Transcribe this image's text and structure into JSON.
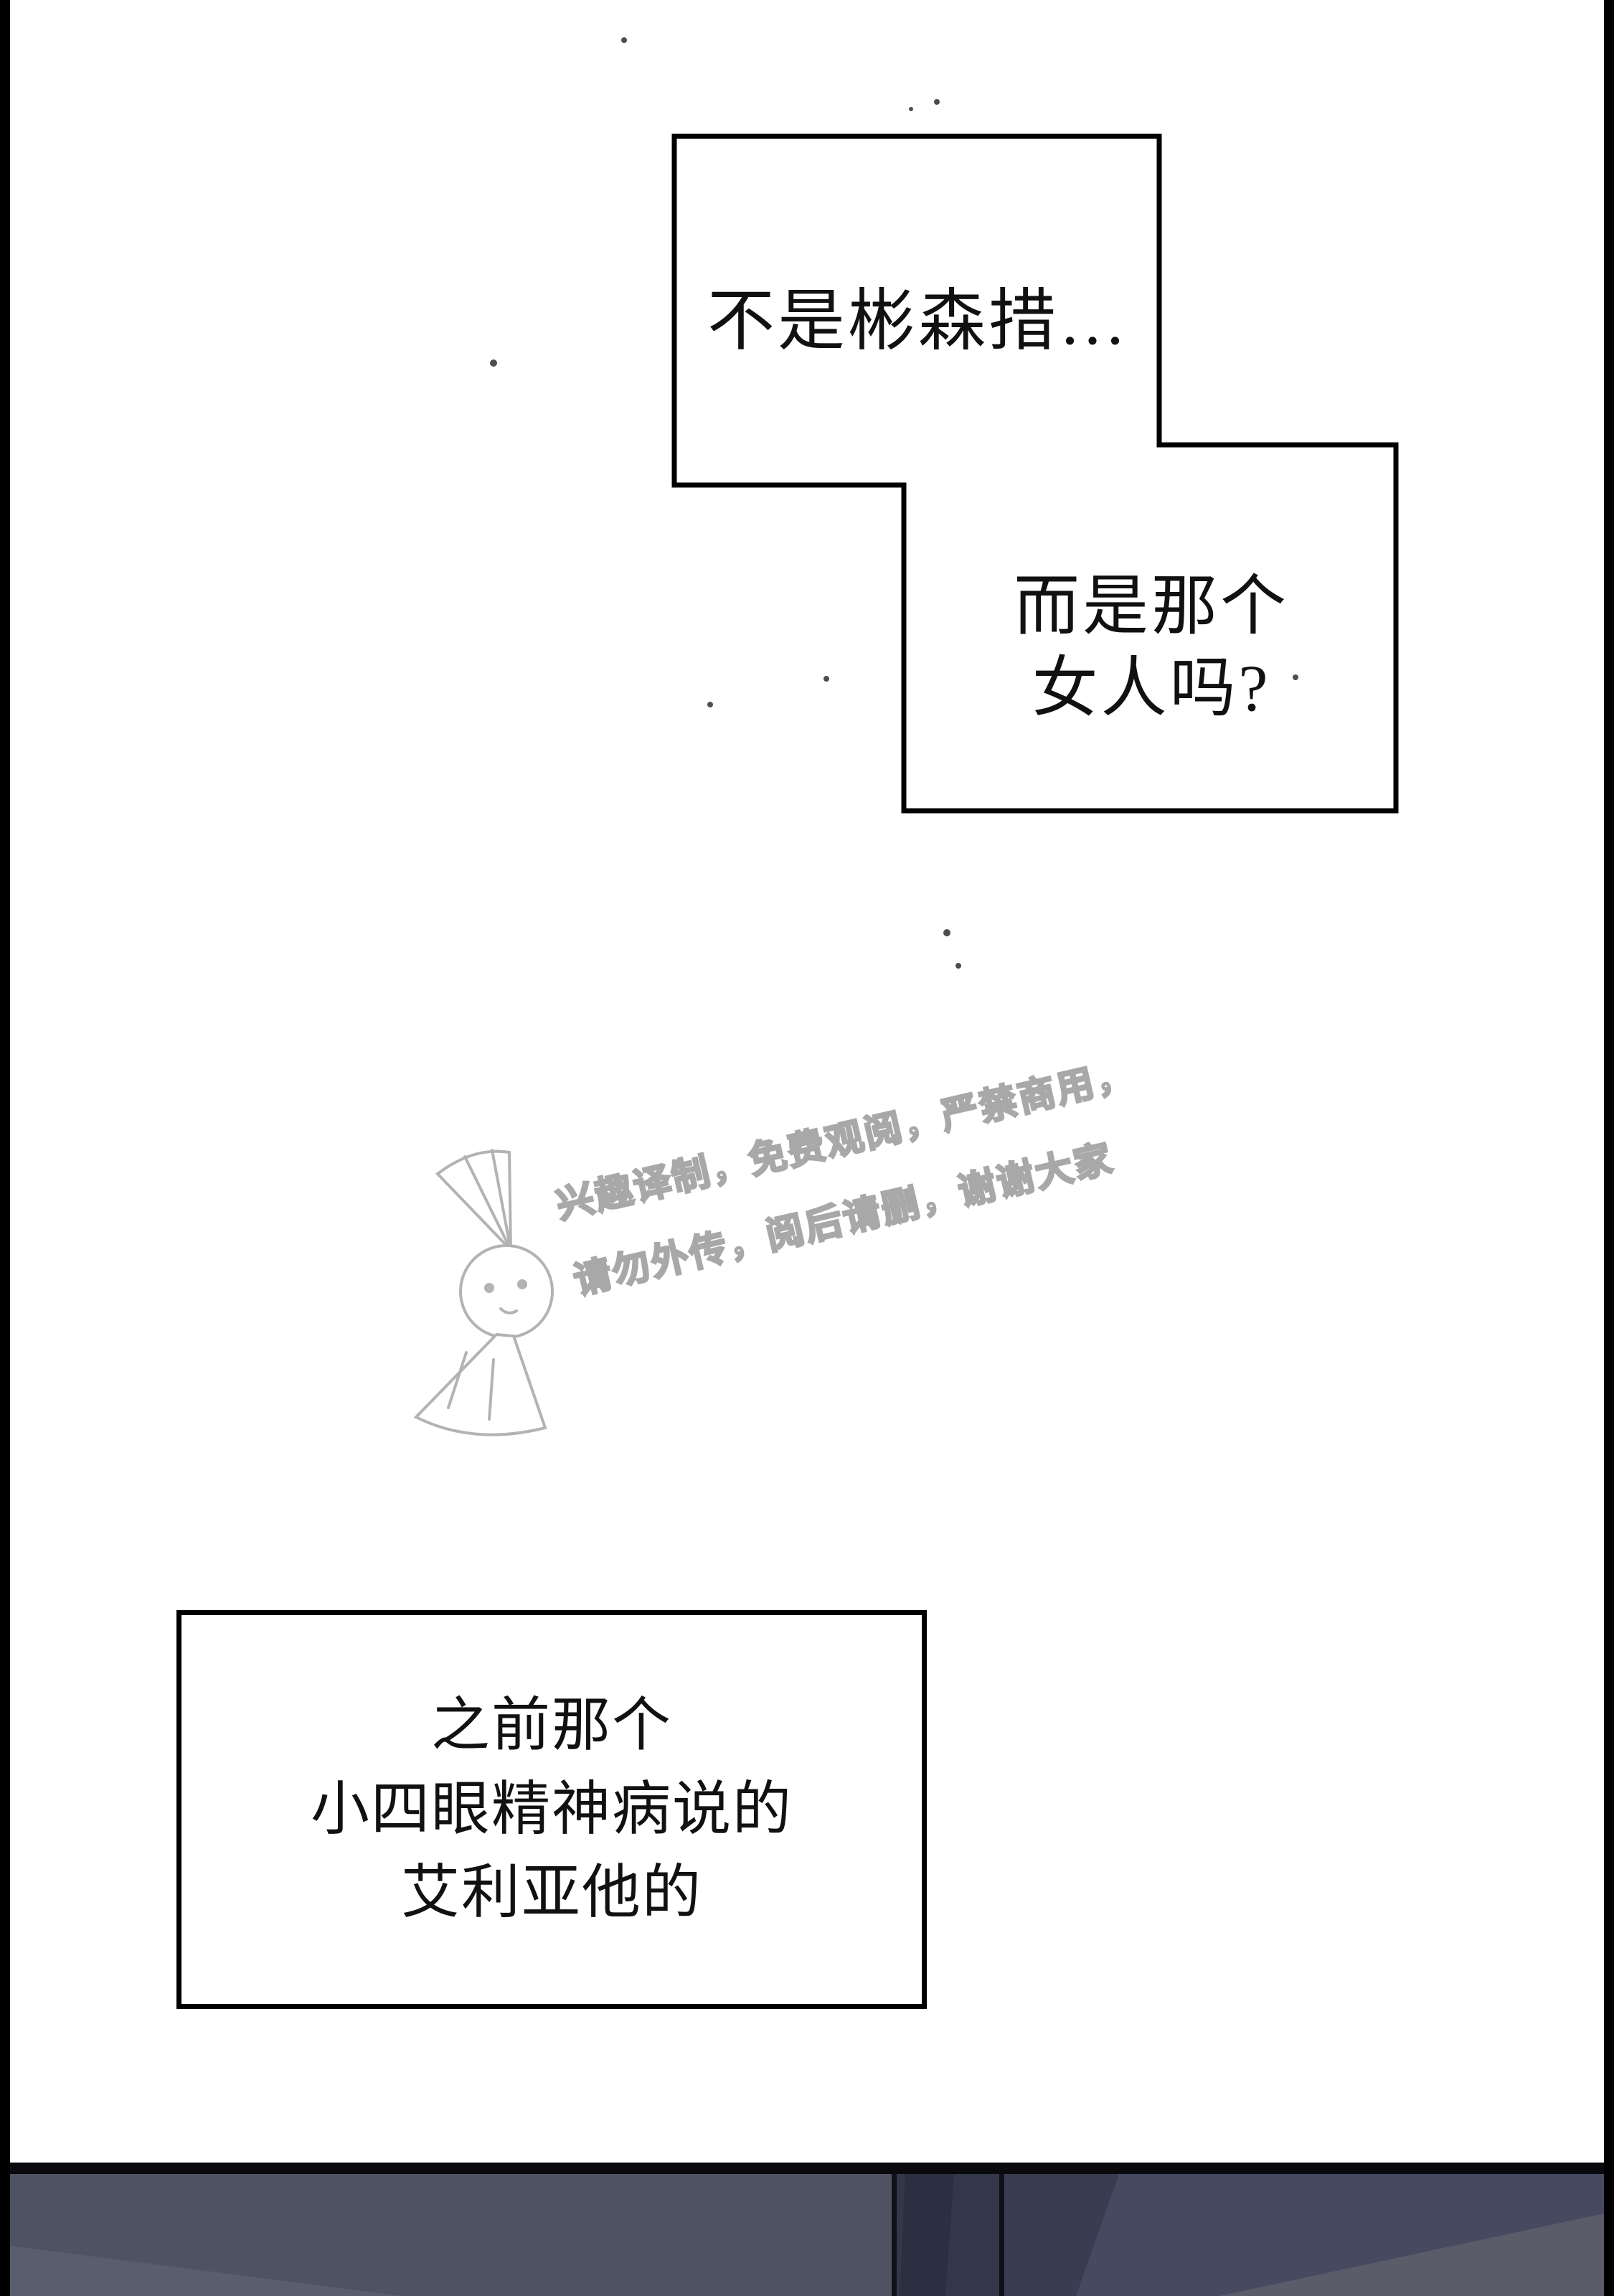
{
  "bubbles": {
    "top": {
      "line1": "不是彬森措…"
    },
    "mid": {
      "line1": "而是那个",
      "line2": "女人吗?"
    },
    "box": {
      "line1": "之前那个",
      "line2": "小四眼精神病说的",
      "line3": "艾利亚他的"
    }
  },
  "watermark": {
    "line1": "兴趣译制，免费观阅，严禁商用，",
    "line2": "请勿外传，阅后请删，谢谢大家",
    "icon": "candy-doll-doodle"
  },
  "palette": {
    "ink": "#000000",
    "paper": "#ffffff",
    "panel_black_band": "#0a0a0e",
    "panel_base": "#4f5263",
    "panel_dark": "#34374a",
    "panel_darker": "#2c2f42",
    "panel_light": "#5a5d6c",
    "watermark_stroke": "#a8a8a8",
    "doodle_gray": "#b3b3b3",
    "speck": "#4d4d4d"
  }
}
